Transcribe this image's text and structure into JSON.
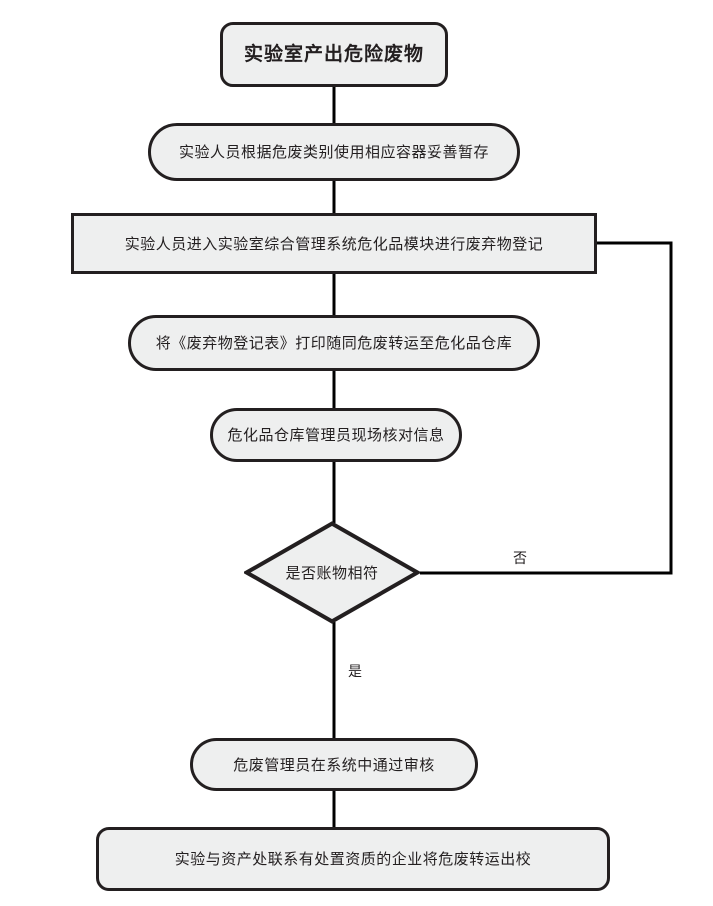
{
  "diagram": {
    "title_node": {
      "text": "实验室产出危险废物",
      "shape": "rounded-rectangle"
    },
    "nodes": [
      {
        "id": "start",
        "text": "实验室产出危险废物",
        "shape": "rounded-rectangle"
      },
      {
        "id": "store",
        "text": "实验人员根据危废类别使用相应容器妥善暂存",
        "shape": "stadium"
      },
      {
        "id": "register",
        "text": "实验人员进入实验室综合管理系统危化品模块进行废弃物登记",
        "shape": "rectangle"
      },
      {
        "id": "print",
        "text": "将《废弃物登记表》打印随同危废转运至危化品仓库",
        "shape": "stadium"
      },
      {
        "id": "verify",
        "text": "危化品仓库管理员现场核对信息",
        "shape": "stadium"
      },
      {
        "id": "decision",
        "text": "是否账物相符",
        "shape": "diamond"
      },
      {
        "id": "approve",
        "text": "危废管理员在系统中通过审核",
        "shape": "stadium"
      },
      {
        "id": "transfer",
        "text": "实验与资产处联系有处置资质的企业将危废转运出校",
        "shape": "rounded-rectangle"
      }
    ],
    "edge_labels": {
      "no": "否",
      "yes": "是"
    },
    "colors": {
      "node_fill": "#eeefef",
      "node_border": "#231f20",
      "edge": "#000000",
      "background": "#ffffff"
    }
  }
}
